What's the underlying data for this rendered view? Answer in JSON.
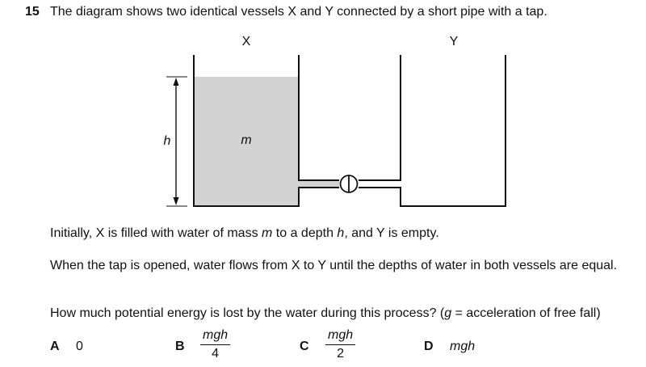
{
  "question": {
    "number": "15",
    "stem": "The diagram shows two identical vessels X and Y connected by a short pipe with a tap."
  },
  "diagram": {
    "label_x": "X",
    "label_y": "Y",
    "label_h": "h",
    "label_m": "m",
    "water_color": "#d3d3d3"
  },
  "paragraphs": {
    "p1_a": "Initially, X is filled with water of mass ",
    "p1_m": "m",
    "p1_b": " to a depth ",
    "p1_h": "h",
    "p1_c": ", and Y is empty.",
    "p2": "When the tap is opened, water flows from X to Y until the depths of water in both vessels are equal.",
    "p3_a": "How much potential energy is lost by the water during this process? (",
    "p3_g": "g",
    "p3_b": " = acceleration of free fall)"
  },
  "options": {
    "A": {
      "letter": "A",
      "text": "0"
    },
    "B": {
      "letter": "B",
      "numerator": "mgh",
      "denominator": "4"
    },
    "C": {
      "letter": "C",
      "numerator": "mgh",
      "denominator": "2"
    },
    "D": {
      "letter": "D",
      "text": "mgh"
    }
  }
}
